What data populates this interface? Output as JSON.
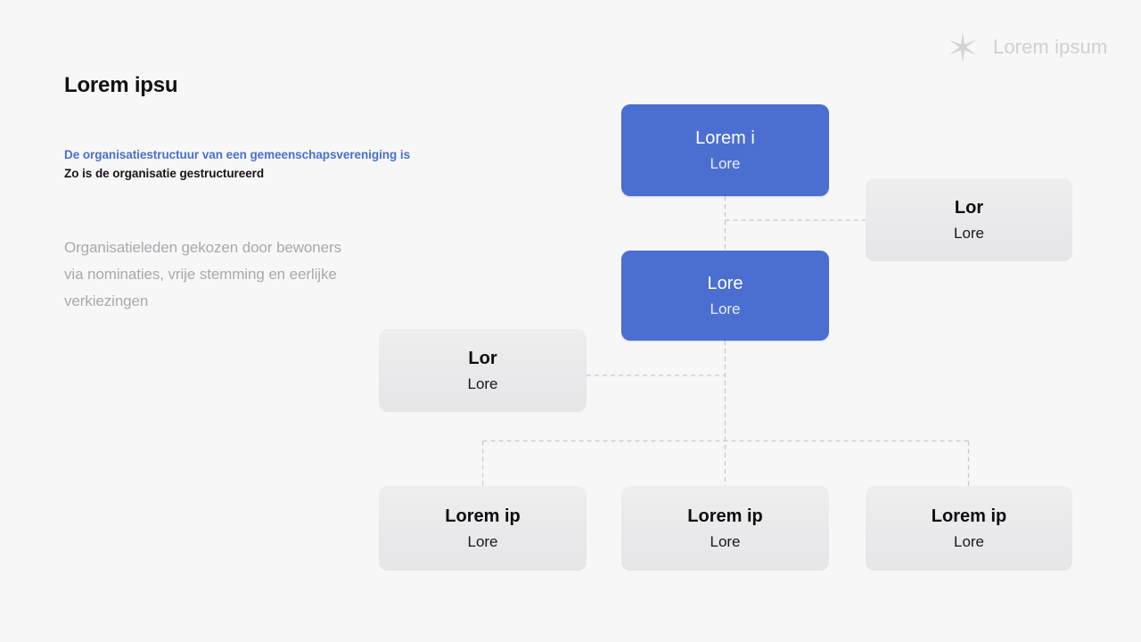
{
  "brand": {
    "icon": "sparkle-asterisk-icon",
    "label": "Lorem ipsum"
  },
  "header": {
    "title": "Lorem ipsu"
  },
  "intro": {
    "highlight": "De organisatiestructuur van een gemeenschapsvereniging is",
    "subheading": "Zo is de organisatie gestructureerd",
    "body": "Organisatieleden gekozen door bewoners via nominaties, vrije stemming en eerlijke verkiezingen"
  },
  "colors": {
    "background": "#f7f7f8",
    "accent_blue": "#4a6fd0",
    "node_gray": "#e9e9eb",
    "connector": "#c6c6ca",
    "muted_text": "#a8a9ae",
    "brand_gray": "#cfd0d4"
  },
  "chart_data": {
    "type": "org-chart",
    "orientation": "vertical",
    "connector_style": "dashed",
    "nodes": [
      {
        "id": "root",
        "title": "Lorem i",
        "subtitle": "Lore",
        "style": "primary",
        "level": 0
      },
      {
        "id": "right",
        "title": "Lor",
        "subtitle": "Lore",
        "style": "secondary",
        "level": 1
      },
      {
        "id": "second",
        "title": "Lore",
        "subtitle": "Lore",
        "style": "primary",
        "level": 1
      },
      {
        "id": "left",
        "title": "Lor",
        "subtitle": "Lore",
        "style": "secondary",
        "level": 2
      },
      {
        "id": "bottom-1",
        "title": "Lorem ip",
        "subtitle": "Lore",
        "style": "secondary",
        "level": 3
      },
      {
        "id": "bottom-2",
        "title": "Lorem ip",
        "subtitle": "Lore",
        "style": "secondary",
        "level": 3
      },
      {
        "id": "bottom-3",
        "title": "Lorem ip",
        "subtitle": "Lore",
        "style": "secondary",
        "level": 3
      }
    ],
    "edges": [
      {
        "from": "root",
        "to": "right"
      },
      {
        "from": "root",
        "to": "second"
      },
      {
        "from": "second",
        "to": "left"
      },
      {
        "from": "second",
        "to": "bottom-1"
      },
      {
        "from": "second",
        "to": "bottom-2"
      },
      {
        "from": "second",
        "to": "bottom-3"
      }
    ]
  }
}
